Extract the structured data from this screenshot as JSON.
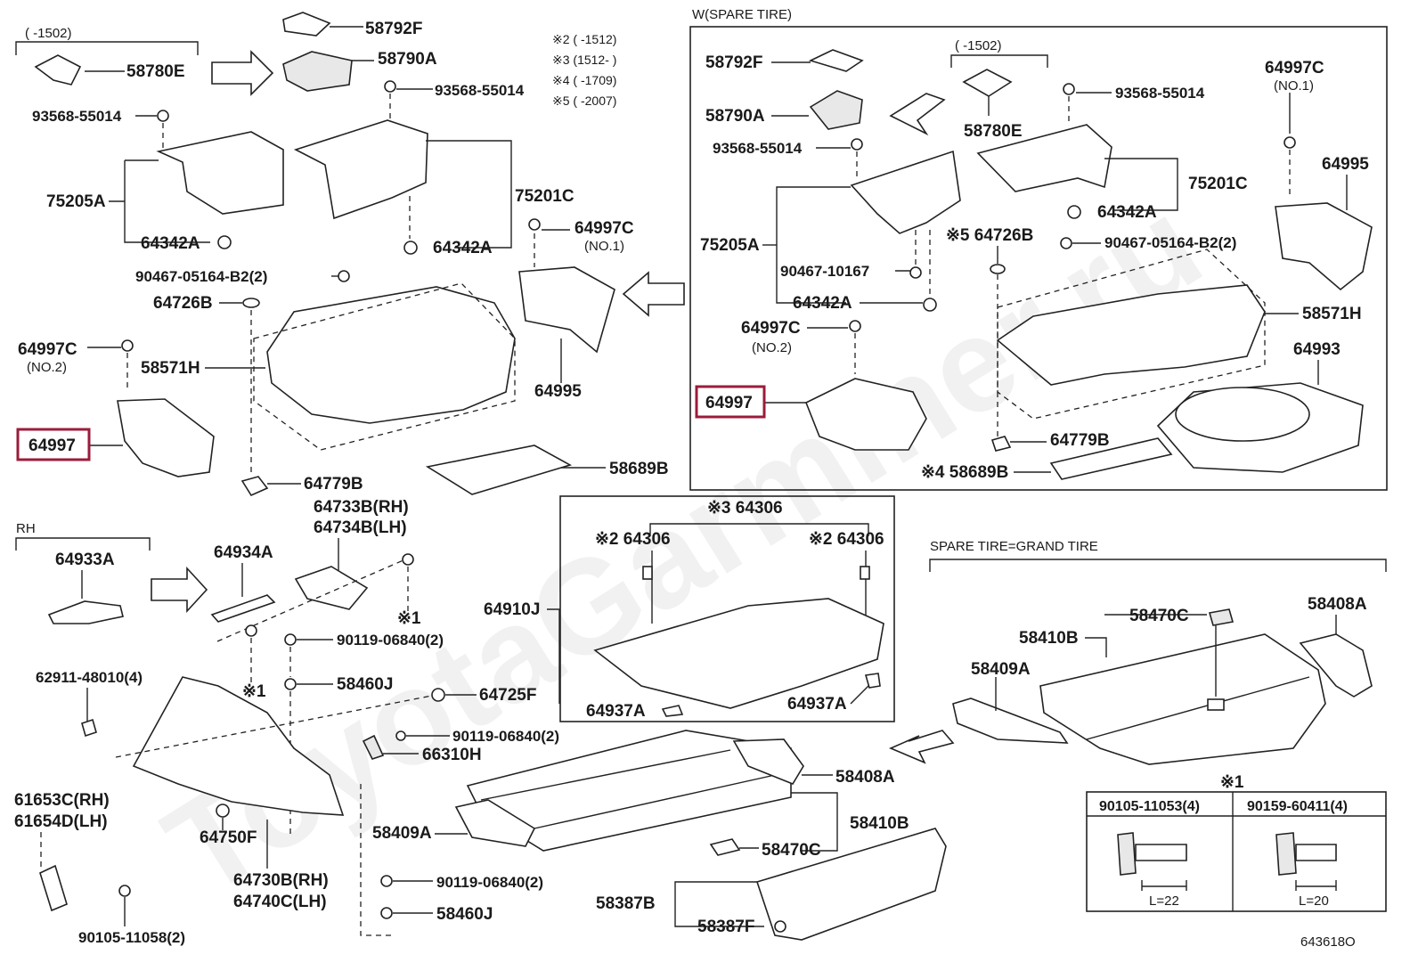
{
  "accent_highlight": "#9b1c3a",
  "watermark": "ToyotaGarminer.ru",
  "diagram_id": "643618O",
  "notes": {
    "n2": "※2 (      -1512)",
    "n3": "※3 (1512-      )",
    "n4": "※4 (      -1709)",
    "n5": "※5 (      -2007)"
  },
  "sections": {
    "spare": "W(SPARE TIRE)",
    "rh": "RH",
    "grand": "SPARE TIRE=GRAND TIRE",
    "ref1": "※1"
  },
  "bracket_range": "(      -1502)",
  "labels": {
    "l58792F_a": "58792F",
    "l58790A_a": "58790A",
    "l58780E_a": "58780E",
    "l93568_a1": "93568-55014",
    "l93568_a2": "93568-55014",
    "l75205A_a": "75205A",
    "l75201C_a": "75201C",
    "l64342A_a1": "64342A",
    "l64342A_a2": "64342A",
    "l64997C_a": "64997C",
    "no1_a": "(NO.1)",
    "l90467_a": "90467-05164-B2(2)",
    "l64726B_a": "64726B",
    "l64997C_b": "64997C",
    "no2_a": "(NO.2)",
    "l58571H_a": "58571H",
    "l64995_a": "64995",
    "l64997_a": "64997",
    "l64779B_a": "64779B",
    "l58689B_a": "58689B",
    "l58792F_b": "58792F",
    "l58790A_b": "58790A",
    "l93568_b1": "93568-55014",
    "l58780E_b": "58780E",
    "l93568_b2": "93568-55014",
    "l64997C_c": "64997C",
    "no1_b": "(NO.1)",
    "l64995_b": "64995",
    "l75201C_b": "75201C",
    "l64342A_b1": "64342A",
    "l64726B_b": "※5 64726B",
    "l90467_b": "90467-05164-B2(2)",
    "l75205A_b": "75205A",
    "l90467_10167": "90467-10167",
    "l64342A_b2": "64342A",
    "l58571H_b": "58571H",
    "l64997C_d": "64997C",
    "no2_b": "(NO.2)",
    "l64993": "64993",
    "l64997_b": "64997",
    "l64779B_b": "64779B",
    "l58689B_b": "※4 58689B",
    "l64933A": "64933A",
    "l64934A": "64934A",
    "l64733B": "64733B(RH)",
    "l64734B": "64734B(LH)",
    "ref1_a": "※1",
    "ref1_b": "※1",
    "l90119_a": "90119-06840(2)",
    "l58460J_a": "58460J",
    "l62911": "62911-48010(4)",
    "l64725F": "64725F",
    "l90119_b": "90119-06840(2)",
    "l66310H": "66310H",
    "l61653C": "61653C(RH)",
    "l61654D": "61654D(LH)",
    "l64750F": "64750F",
    "l64730B": "64730B(RH)",
    "l64740C": "64740C(LH)",
    "l90105_11058": "90105-11058(2)",
    "l64306_top": "※3 64306",
    "l64306_l": "※2 64306",
    "l64306_r": "※2 64306",
    "l64910J": "64910J",
    "l64937A_l": "64937A",
    "l64937A_r": "64937A",
    "l58408A_a": "58408A",
    "l58409A_a": "58409A",
    "l58410B_a": "58410B",
    "l58470C_a": "58470C",
    "l58387B": "58387B",
    "l58387F": "58387F",
    "l90119_c": "90119-06840(2)",
    "l58460J_b": "58460J",
    "l58470C_b": "58470C",
    "l58408A_b": "58408A",
    "l58410B_b": "58410B",
    "l58409A_b": "58409A"
  },
  "bolt_table": {
    "col1": "90105-11053(4)",
    "col2": "90159-60411(4)",
    "len1": "L=22",
    "len2": "L=20"
  }
}
